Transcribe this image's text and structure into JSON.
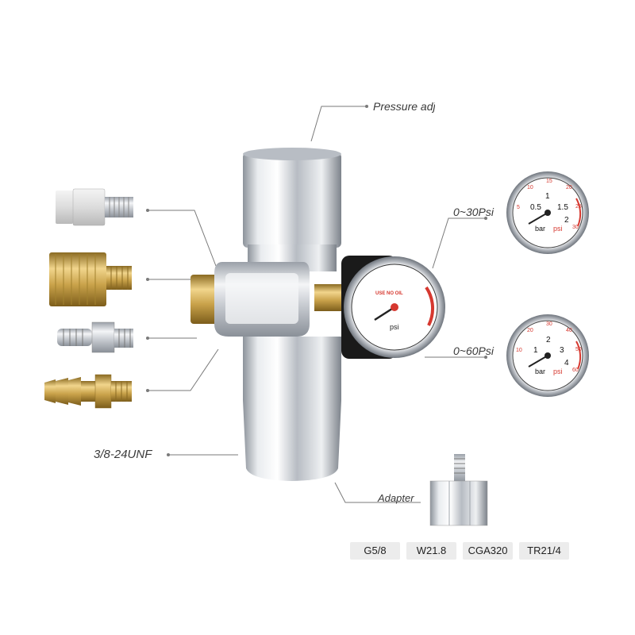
{
  "callouts": {
    "pressure_adjust": "Pressure adju",
    "gauge_30": "0~30Psi",
    "gauge_60": "0~60Psi",
    "thread": "3/8-24UNF",
    "adapter": "Adapter"
  },
  "center_gauge": {
    "warning": "USE NO OIL",
    "unit": "psi"
  },
  "gauge_30psi": {
    "bar_ticks": [
      "0.5",
      "1",
      "1.5",
      "2"
    ],
    "psi_ticks": [
      "5",
      "10",
      "15",
      "20",
      "25",
      "30"
    ],
    "bar_unit": "bar",
    "psi_unit": "psi"
  },
  "gauge_60psi": {
    "bar_ticks": [
      "1",
      "2",
      "3",
      "4"
    ],
    "psi_ticks": [
      "10",
      "20",
      "30",
      "40",
      "50",
      "60"
    ],
    "bar_unit": "bar",
    "psi_unit": "psi"
  },
  "adapter_types": [
    "G5/8",
    "W21.8",
    "CGA320",
    "TR21/4"
  ],
  "colors": {
    "chrome": "#c8ccd2",
    "brass": "#c9a24a",
    "gauge_red": "#d6382f",
    "chip_bg": "#ececec"
  }
}
